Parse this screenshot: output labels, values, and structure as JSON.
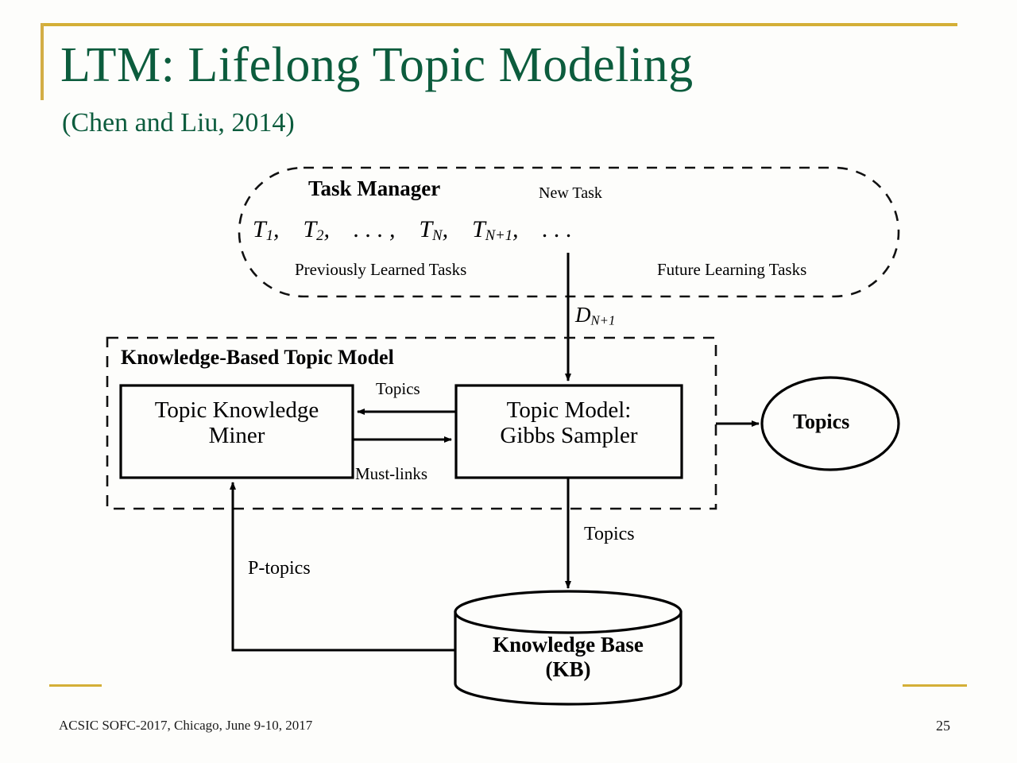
{
  "slide": {
    "title": "LTM: Lifelong Topic Modeling",
    "subtitle": "(Chen and Liu, 2014)",
    "accent_color": "#d4af37",
    "title_color": "#0c5c3d",
    "background_color": "#fdfdfb"
  },
  "footer": {
    "citation": "ACSIC SOFC-2017, Chicago, June 9-10, 2017",
    "page_number": "25"
  },
  "diagram": {
    "task_manager": {
      "title": "Task Manager",
      "new_task_label": "New Task",
      "tasks_sequence": "T₁,    T₂,    . . .,    Tₙ,    Tₙ₊₁,    . . .",
      "task_items": [
        "T1",
        "T2",
        "...",
        "TN",
        "TN+1",
        "..."
      ],
      "previous_tasks_label": "Previously Learned Tasks",
      "future_tasks_label": "Future Learning Tasks",
      "shape": "dashed-rounded-pill"
    },
    "edges": {
      "new_task_to_model": "D_{N+1}",
      "topics_to_miner": "Topics",
      "miner_to_model": "Must-links",
      "model_to_kb": "Topics",
      "kb_to_miner": "P-topics"
    },
    "kbtm_container": {
      "title": "Knowledge-Based Topic Model",
      "shape": "dashed-rectangle"
    },
    "topic_knowledge_miner": {
      "line1": "Topic Knowledge",
      "line2": "Miner",
      "shape": "rectangle"
    },
    "topic_model": {
      "line1": "Topic Model:",
      "line2": "Gibbs Sampler",
      "shape": "rectangle"
    },
    "topics_output": {
      "label": "Topics",
      "shape": "ellipse"
    },
    "knowledge_base": {
      "line1": "Knowledge Base",
      "line2": "(KB)",
      "shape": "cylinder"
    }
  }
}
